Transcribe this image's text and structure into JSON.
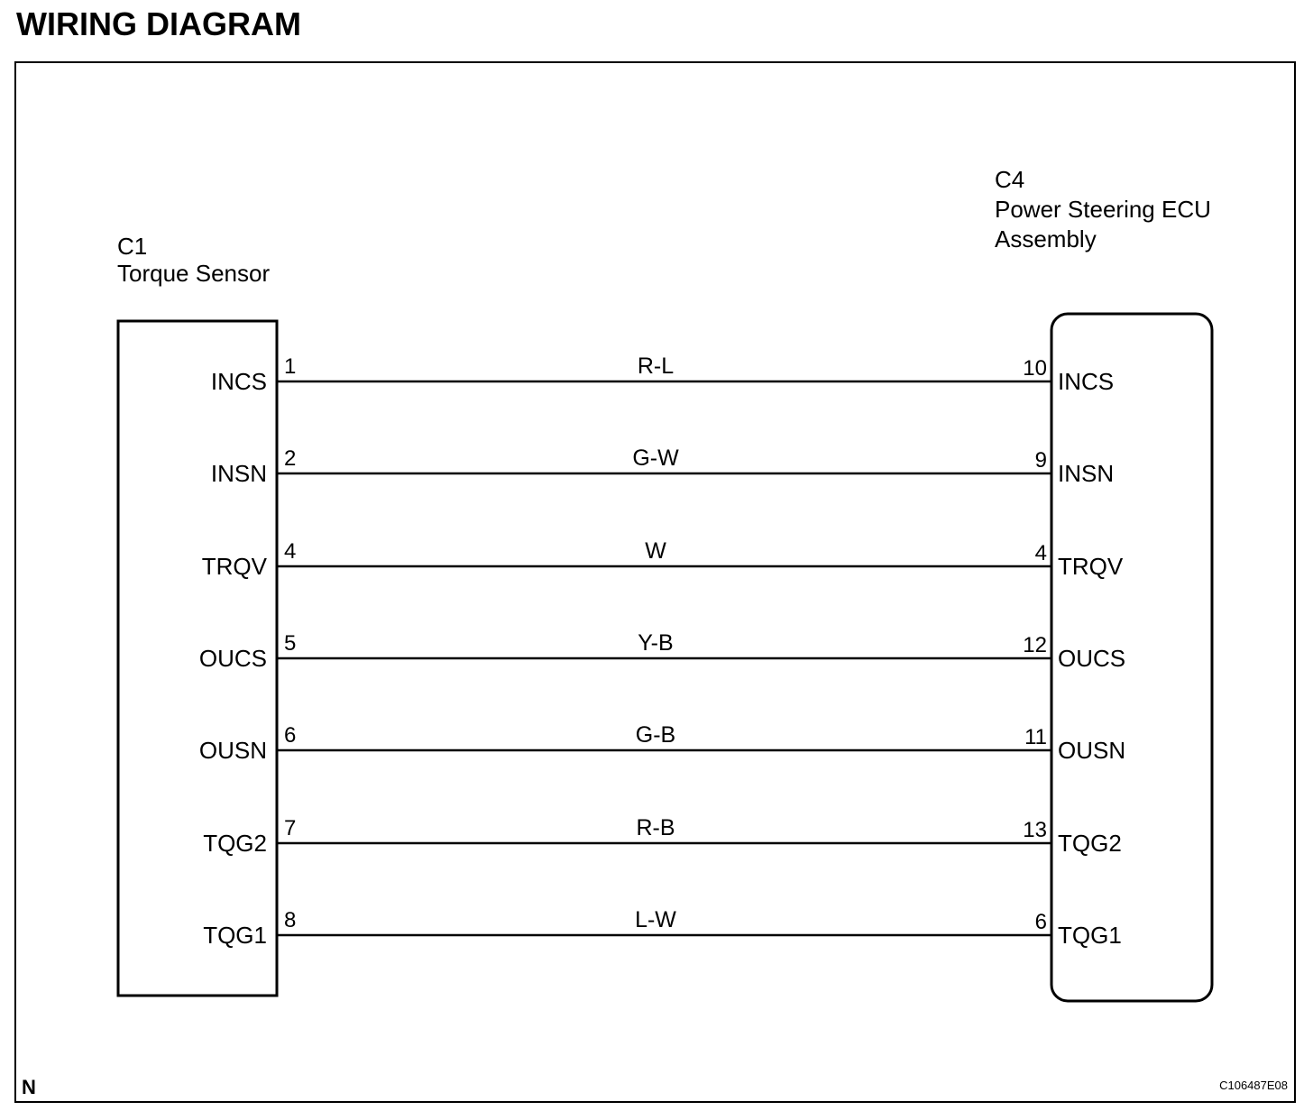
{
  "title": "WIRING DIAGRAM",
  "left_component": {
    "connector": "C1",
    "name": "Torque Sensor"
  },
  "right_component": {
    "connector": "C4",
    "name_line1": "Power Steering ECU",
    "name_line2": "Assembly"
  },
  "wires": [
    {
      "left_pin_name": "INCS",
      "left_pin_no": "1",
      "color": "R-L",
      "right_pin_no": "10",
      "right_pin_name": "INCS"
    },
    {
      "left_pin_name": "INSN",
      "left_pin_no": "2",
      "color": "G-W",
      "right_pin_no": "9",
      "right_pin_name": "INSN"
    },
    {
      "left_pin_name": "TRQV",
      "left_pin_no": "4",
      "color": "W",
      "right_pin_no": "4",
      "right_pin_name": "TRQV"
    },
    {
      "left_pin_name": "OUCS",
      "left_pin_no": "5",
      "color": "Y-B",
      "right_pin_no": "12",
      "right_pin_name": "OUCS"
    },
    {
      "left_pin_name": "OUSN",
      "left_pin_no": "6",
      "color": "G-B",
      "right_pin_no": "11",
      "right_pin_name": "OUSN"
    },
    {
      "left_pin_name": "TQG2",
      "left_pin_no": "7",
      "color": "R-B",
      "right_pin_no": "13",
      "right_pin_name": "TQG2"
    },
    {
      "left_pin_name": "TQG1",
      "left_pin_no": "8",
      "color": "L-W",
      "right_pin_no": "6",
      "right_pin_name": "TQG1"
    }
  ],
  "corner_label": "N",
  "figure_code": "C106487E08"
}
